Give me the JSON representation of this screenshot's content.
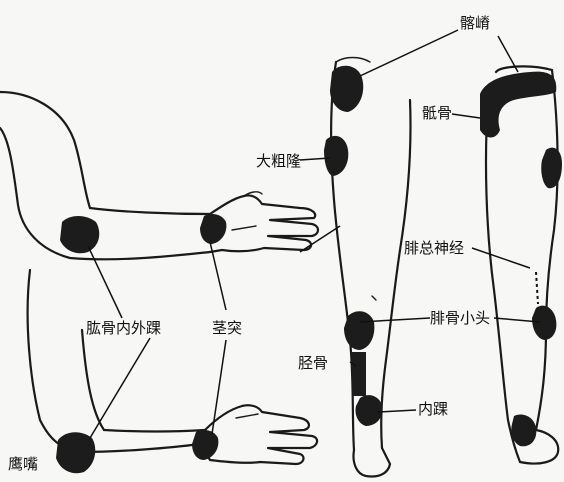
{
  "labels": {
    "iliac_crest": "髂嵴",
    "sacrum": "骶骨",
    "greater_trochanter": "大粗隆",
    "common_peroneal_nerve": "腓总神经",
    "fibular_head": "腓骨小头",
    "tibia": "胫骨",
    "medial_malleolus": "内踝",
    "humeral_epicondyles": "肱骨内外踝",
    "styloid_process": "茎突",
    "olecranon": "鹰嘴"
  },
  "colors": {
    "ink": "#1a1a1a",
    "paper": "#f7f7f5"
  }
}
